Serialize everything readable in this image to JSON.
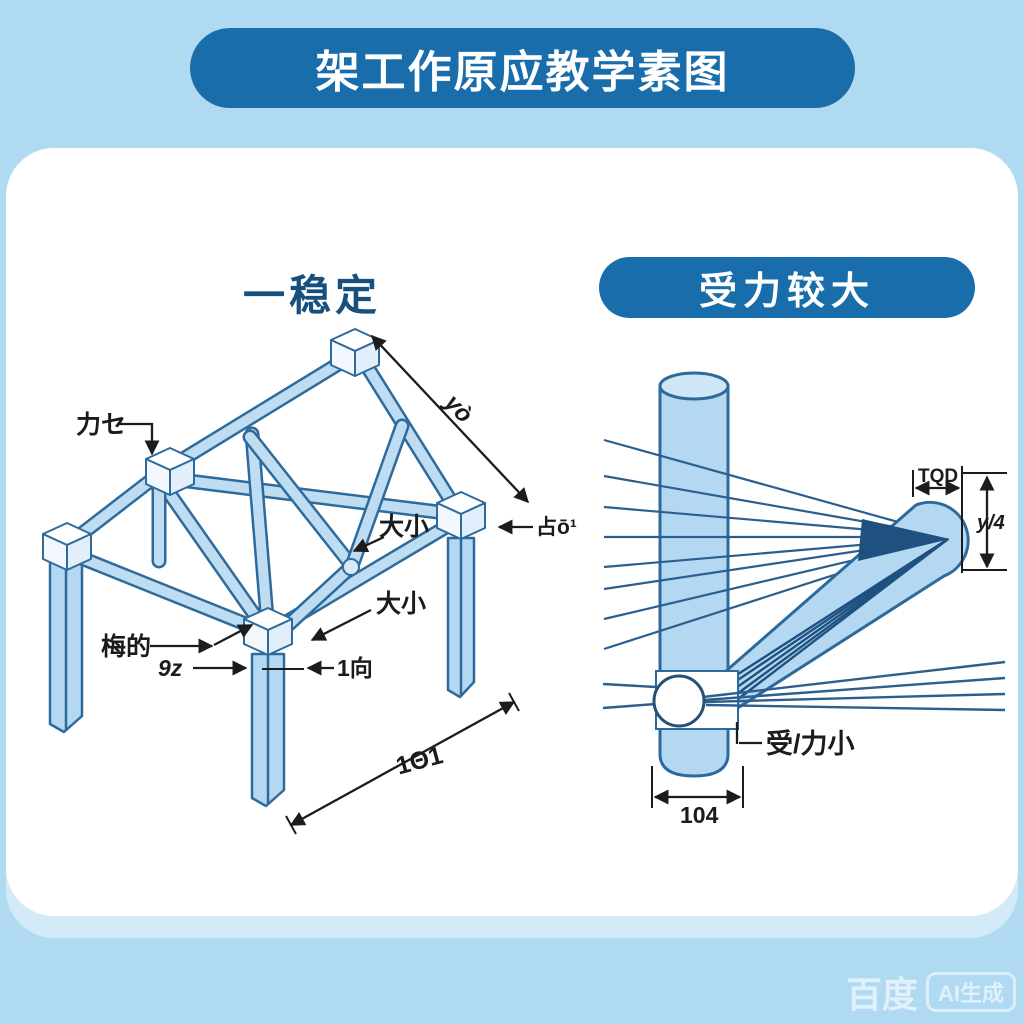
{
  "banner": {
    "title": "架工作原应教学素图"
  },
  "left": {
    "heading": "一稳定",
    "label_force": "力セ",
    "label_size_1": "大小",
    "label_size_2": "大小",
    "label_node": "占ō¹",
    "label_member": "梅的",
    "label_theta": "9z",
    "label_dir": "1向",
    "dim_roof": "yò",
    "dim_base": "1Θ1"
  },
  "right": {
    "heading": "受力较大",
    "label_force_small": "受/力小",
    "dim_top": "TQD",
    "dim_side": "y/4",
    "dim_bottom": "104"
  },
  "watermark": {
    "brand": "百度",
    "badge": "AI生成"
  },
  "colors": {
    "background": "#b0d9f2",
    "banner_blue": "#1a6dab",
    "heading_navy": "#17507e",
    "member_fill": "#bedcf2",
    "member_outline": "#2e6b9c",
    "line_dark": "#1c1c1c"
  }
}
